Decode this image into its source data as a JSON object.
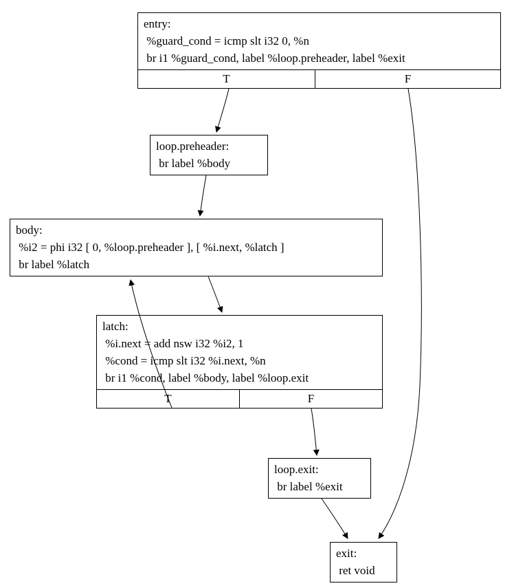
{
  "diagram": {
    "type": "control-flow-graph",
    "nodes": {
      "entry": {
        "name": "entry:",
        "lines": [
          " %guard_cond = icmp slt i32 0, %n",
          " br i1 %guard_cond, label %loop.preheader, label %exit"
        ],
        "true_label": "T",
        "false_label": "F"
      },
      "loop_preheader": {
        "name": "loop.preheader:",
        "lines": [
          " br label %body"
        ]
      },
      "body": {
        "name": "body:",
        "lines": [
          " %i2 = phi i32 [ 0, %loop.preheader ], [ %i.next, %latch ]",
          " br label %latch"
        ]
      },
      "latch": {
        "name": "latch:",
        "lines": [
          " %i.next = add nsw i32 %i2, 1",
          " %cond = icmp slt i32 %i.next, %n",
          " br i1 %cond, label %body, label %loop.exit"
        ],
        "true_label": "T",
        "false_label": "F"
      },
      "loop_exit": {
        "name": "loop.exit:",
        "lines": [
          " br label %exit"
        ]
      },
      "exit": {
        "name": "exit:",
        "lines": [
          " ret void"
        ]
      }
    },
    "edges": [
      {
        "from": "entry",
        "port": "T",
        "to": "loop.preheader"
      },
      {
        "from": "entry",
        "port": "F",
        "to": "exit"
      },
      {
        "from": "loop.preheader",
        "port": "",
        "to": "body"
      },
      {
        "from": "body",
        "port": "",
        "to": "latch"
      },
      {
        "from": "latch",
        "port": "T",
        "to": "body"
      },
      {
        "from": "latch",
        "port": "F",
        "to": "loop.exit"
      },
      {
        "from": "loop.exit",
        "port": "",
        "to": "exit"
      }
    ],
    "colors": {
      "node_border": "#000000",
      "node_fill": "#ffffff",
      "edge_stroke": "#000000",
      "background": "#ffffff"
    }
  }
}
